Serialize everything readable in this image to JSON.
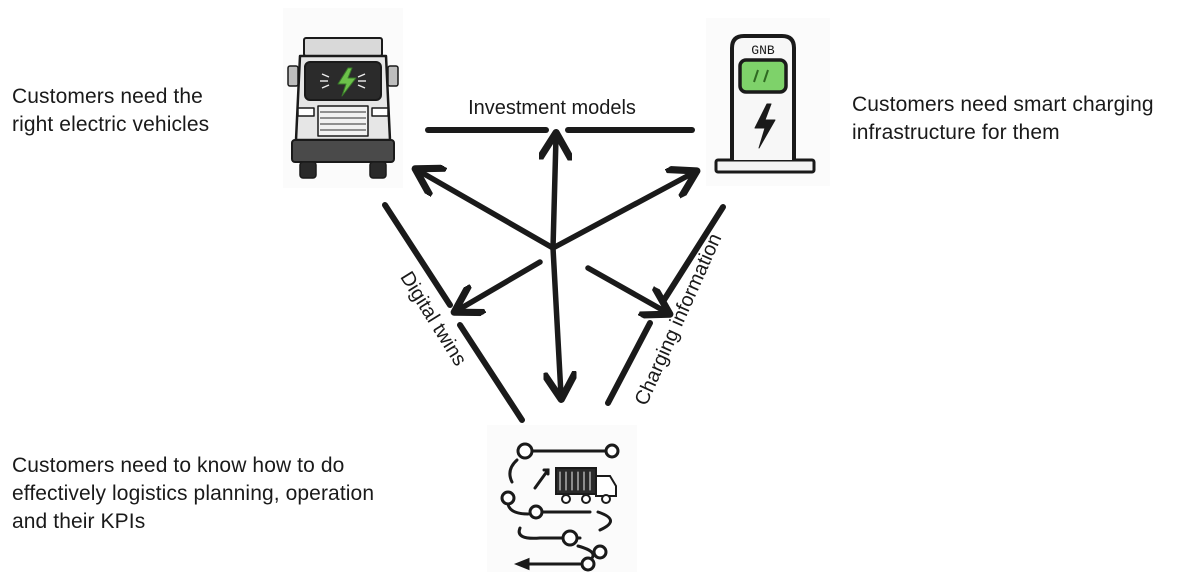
{
  "captions": {
    "vehicles": "Customers need the\nright electric vehicles",
    "charging": "Customers need smart charging\ninfrastructure for them",
    "logistics": "Customers need to know how to do\neffectively logistics planning, operation\nand their KPIs"
  },
  "edge_labels": {
    "top": "Investment models",
    "left": "Digital twins",
    "right": "Charging information"
  },
  "charger_label": "GNB",
  "icons": {
    "vehicle": "electric-truck-icon",
    "charger": "charging-station-icon",
    "logistics": "logistics-route-icon"
  },
  "colors": {
    "stroke": "#1a1a1a",
    "screen_green": "#7ed26a",
    "bolt_green": "#6cc24a"
  }
}
